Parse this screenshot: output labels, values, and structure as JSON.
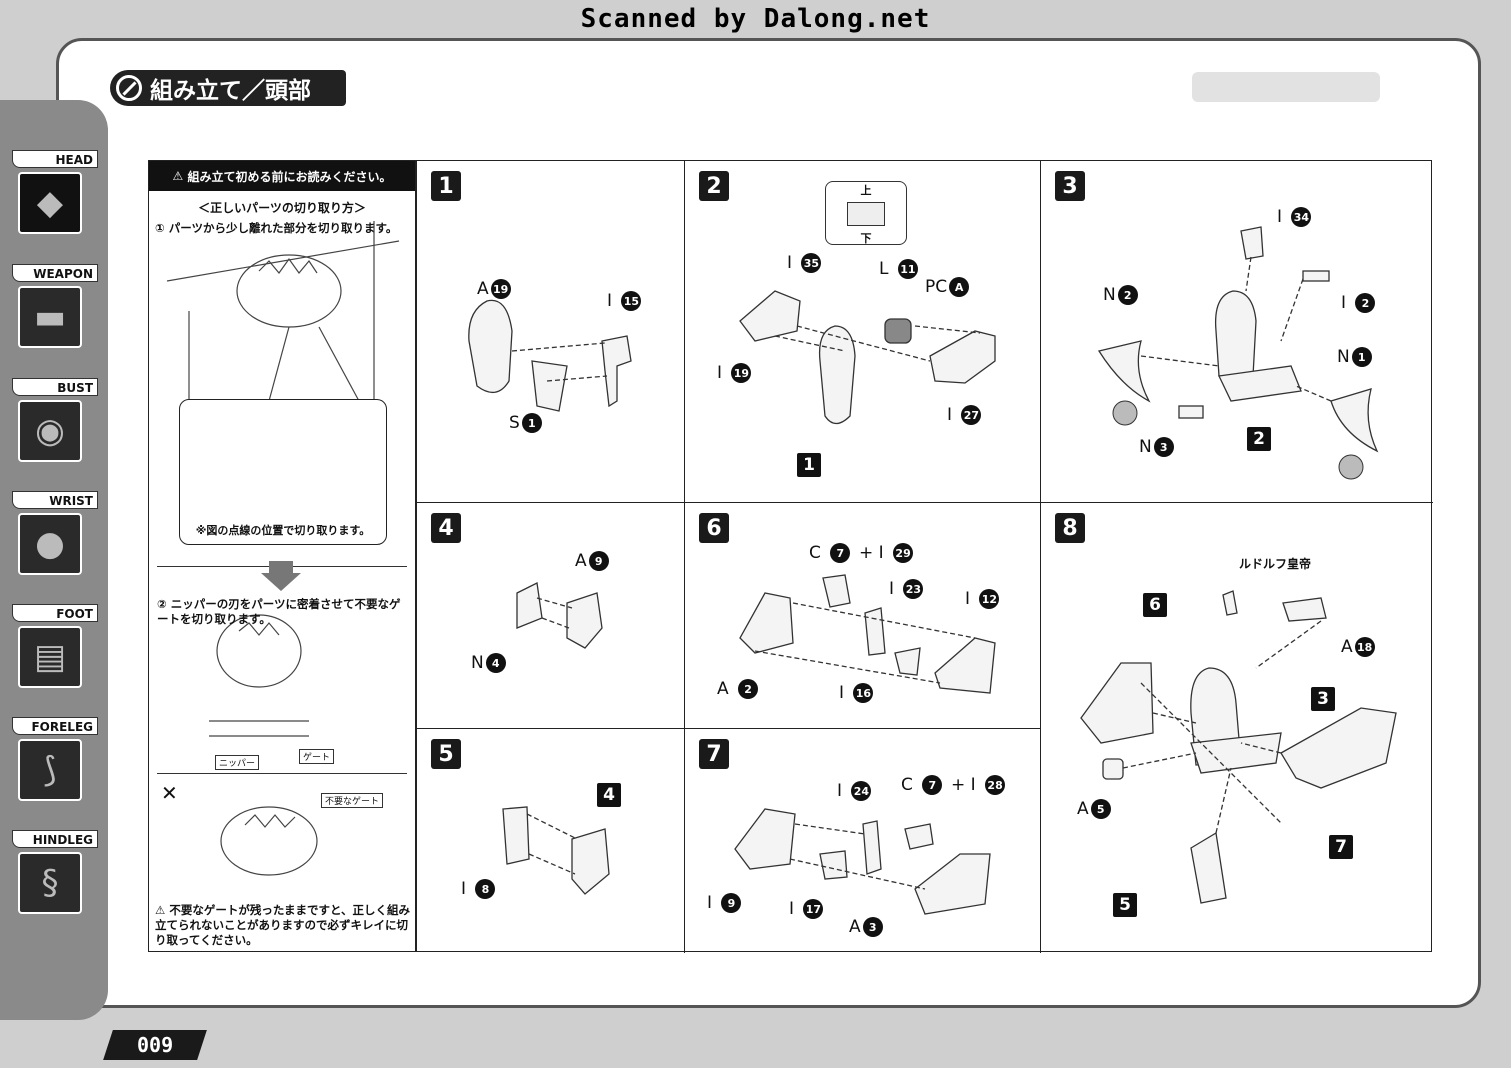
{
  "scan_credit": "Scanned by Dalong.net",
  "page_title": "組み立て／頭部",
  "page_number": "009",
  "sidebar": [
    {
      "label": "HEAD",
      "active": true,
      "icon": "wolf-head-icon"
    },
    {
      "label": "WEAPON",
      "active": false,
      "icon": "weapon-icon"
    },
    {
      "label": "BUST",
      "active": false,
      "icon": "bust-icon"
    },
    {
      "label": "WRIST",
      "active": false,
      "icon": "wrist-icon"
    },
    {
      "label": "FOOT",
      "active": false,
      "icon": "foot-icon"
    },
    {
      "label": "FORELEG",
      "active": false,
      "icon": "foreleg-icon"
    },
    {
      "label": "HINDLEG",
      "active": false,
      "icon": "hindleg-icon"
    }
  ],
  "note": {
    "header": "組み立て初める前にお読みください。",
    "subtitle": "＜正しいパーツの切り取り方＞",
    "step1": "① パーツから少し離れた部分を切り取ります。",
    "inset_caption": "※図の点線の位置で切り取ります。",
    "step2": "② ニッパーの刃をパーツに密着させて不要なゲートを切り取ります。",
    "tag_nipper": "ニッパー",
    "tag_gate": "ゲート",
    "wrong_mark": "✕",
    "tag_unneeded_gate": "不要なゲート",
    "warning": "不要なゲートが残ったままですと、正しく組み立てられないことがありますので必ずキレイに切り取ってください。"
  },
  "steps": {
    "s1": {
      "num": "1",
      "labels": [
        {
          "t": "A",
          "n": "19"
        },
        {
          "t": "I",
          "n": "15"
        },
        {
          "t": "S",
          "n": "1"
        }
      ]
    },
    "s2": {
      "num": "2",
      "inset_top": "上",
      "inset_bottom": "下",
      "labels": [
        {
          "t": "I",
          "n": "35"
        },
        {
          "t": "L",
          "n": "11"
        },
        {
          "t": "PC",
          "n": "A"
        },
        {
          "t": "I",
          "n": "19"
        },
        {
          "t": "I",
          "n": "27"
        }
      ],
      "ref": "1"
    },
    "s3": {
      "num": "3",
      "labels": [
        {
          "t": "I",
          "n": "34"
        },
        {
          "t": "N",
          "n": "2"
        },
        {
          "t": "I",
          "n": "2"
        },
        {
          "t": "N",
          "n": "1"
        },
        {
          "t": "N",
          "n": "3"
        }
      ],
      "ref": "2"
    },
    "s4": {
      "num": "4",
      "labels": [
        {
          "t": "A",
          "n": "9"
        },
        {
          "t": "N",
          "n": "4"
        }
      ]
    },
    "s5": {
      "num": "5",
      "labels": [
        {
          "t": "I",
          "n": "8"
        }
      ],
      "ref": "4"
    },
    "s6": {
      "num": "6",
      "labels": [
        {
          "t": "C",
          "n": "7"
        },
        {
          "t": "+ I",
          "n": "29"
        },
        {
          "t": "I",
          "n": "23"
        },
        {
          "t": "I",
          "n": "12"
        },
        {
          "t": "A",
          "n": "2"
        },
        {
          "t": "I",
          "n": "16"
        }
      ]
    },
    "s7": {
      "num": "7",
      "labels": [
        {
          "t": "I",
          "n": "24"
        },
        {
          "t": "C",
          "n": "7"
        },
        {
          "t": "+ I",
          "n": "28"
        },
        {
          "t": "I",
          "n": "9"
        },
        {
          "t": "I",
          "n": "17"
        },
        {
          "t": "A",
          "n": "3"
        }
      ]
    },
    "s8": {
      "num": "8",
      "figure_label": "ルドルフ皇帝",
      "labels": [
        {
          "t": "A",
          "n": "18"
        },
        {
          "t": "A",
          "n": "5"
        }
      ],
      "refs": [
        "6",
        "3",
        "7",
        "5"
      ]
    }
  }
}
